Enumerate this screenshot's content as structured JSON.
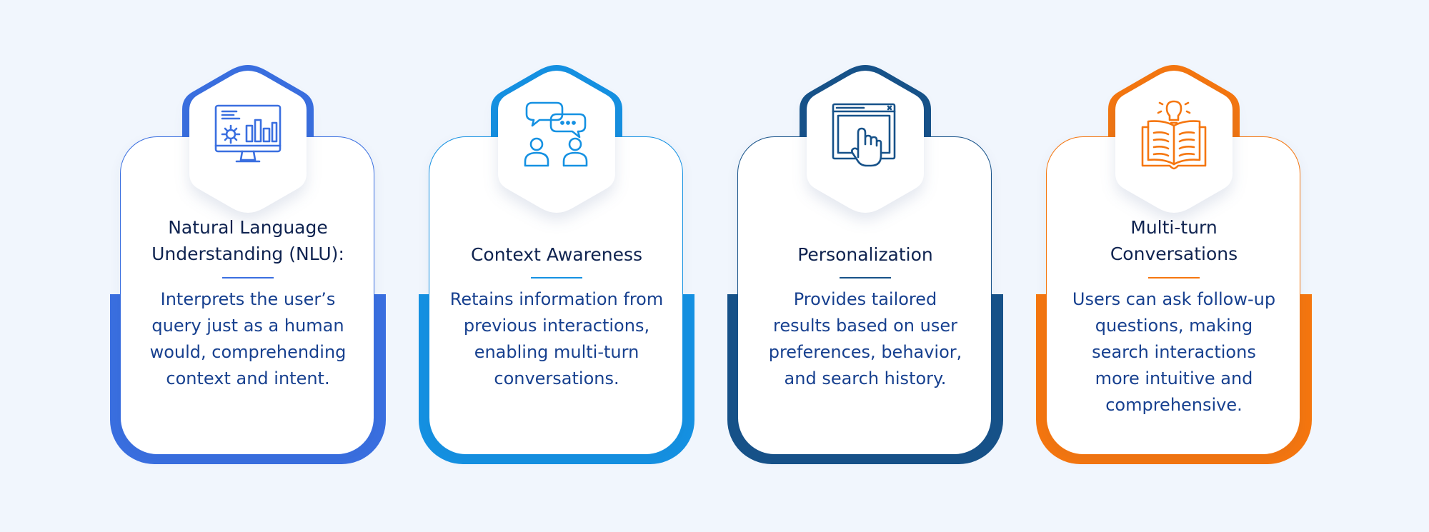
{
  "colors": {
    "background": "#f1f6fd",
    "nlu": "#3a6fe0",
    "context": "#1591e2",
    "personalization": "#175289",
    "multiturn": "#f5760f",
    "title_text": "#0f2350",
    "body_text": "#17408f"
  },
  "cards": [
    {
      "icon": "monitor-analytics-icon",
      "title": "Natural Language\nUnderstanding (NLU):",
      "description": "Interprets the user’s\nquery just as a human\nwould, comprehending\ncontext and intent."
    },
    {
      "icon": "chat-users-icon",
      "title": "Context Awareness",
      "description": "Retains information from\nprevious interactions,\nenabling multi-turn\nconversations."
    },
    {
      "icon": "browser-pointer-icon",
      "title": "Personalization",
      "description": "Provides tailored\nresults based on user\npreferences, behavior,\nand search history."
    },
    {
      "icon": "book-idea-icon",
      "title": "Multi-turn\nConversations",
      "description": "Users can ask follow-up\nquestions, making\nsearch interactions\nmore intuitive and\ncomprehensive."
    }
  ]
}
